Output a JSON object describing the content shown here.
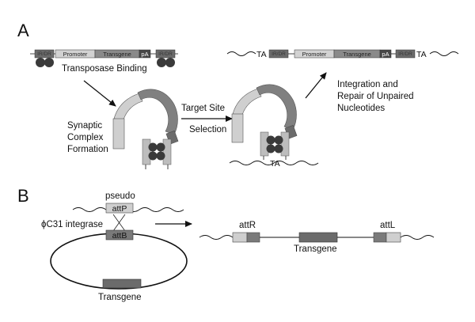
{
  "colors": {
    "light": "#cfcfcf",
    "mid": "#a9a9a9",
    "dark": "#6b6b6b",
    "darker": "#474747",
    "circle": "#3a3a3a",
    "line": "#111111"
  },
  "panel_a": {
    "label": "A",
    "element_top": {
      "ir_left": "IR/DR",
      "promoter": "Promoter",
      "transgene": "Transgene",
      "pa": "pA",
      "ir_right": "IR/DR"
    },
    "transposase_binding": "Transposase Binding",
    "synaptic": [
      "Synaptic",
      "Complex",
      "Formation"
    ],
    "target_site": "Target Site",
    "selection": "Selection",
    "integrated": {
      "ta_left": "TA",
      "ir_left": "IR/DR",
      "promoter": "Promoter",
      "transgene": "Transgene",
      "pa": "pA",
      "ir_right": "IR/DR",
      "ta_right": "TA"
    },
    "target_ta": "TA",
    "integration": [
      "Integration and",
      "Repair of Unpaired",
      "Nucleotides"
    ]
  },
  "panel_b": {
    "label": "B",
    "pseudo": "pseudo",
    "attp": "attP",
    "phi_integrase": "ϕC31 integrase",
    "attb": "attB",
    "transgene_circle": "Transgene",
    "attr": "attR",
    "attl": "attL",
    "transgene_line": "Transgene"
  }
}
